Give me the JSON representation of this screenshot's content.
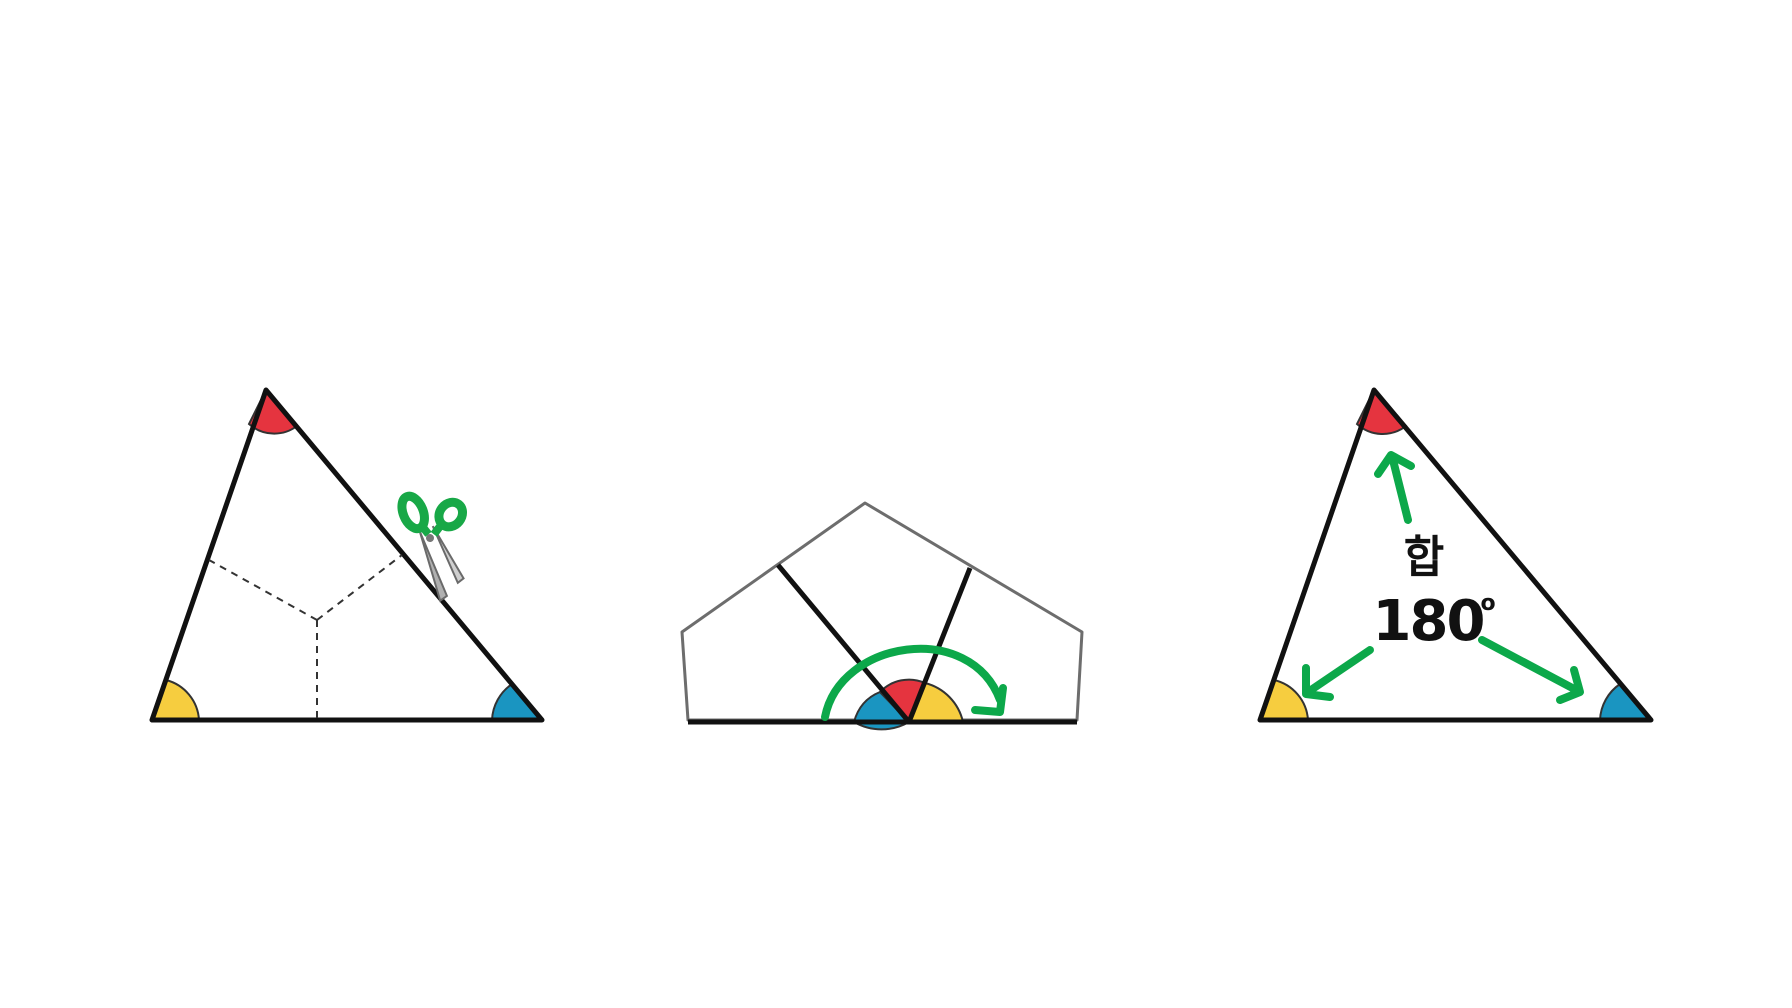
{
  "panels": [
    {
      "id": "cut-triangle"
    },
    {
      "id": "rearranged-angles"
    },
    {
      "id": "sum-triangle"
    }
  ],
  "sum_label": {
    "word": "합",
    "value": "180",
    "degree_symbol": "o"
  },
  "colors": {
    "angle_top": "#E5343F",
    "angle_left": "#F6CD3F",
    "angle_right": "#1A95C1",
    "arrow": "#0CA84A",
    "outline": "#111111",
    "faint_outline": "#6d6d6d",
    "scissors_handle": "#18A847",
    "scissors_blade": "#a9a9a9"
  },
  "icons": [
    "scissors-icon",
    "curved-arrow-icon",
    "arrow-up-icon",
    "arrow-down-left-icon",
    "arrow-down-right-icon"
  ]
}
